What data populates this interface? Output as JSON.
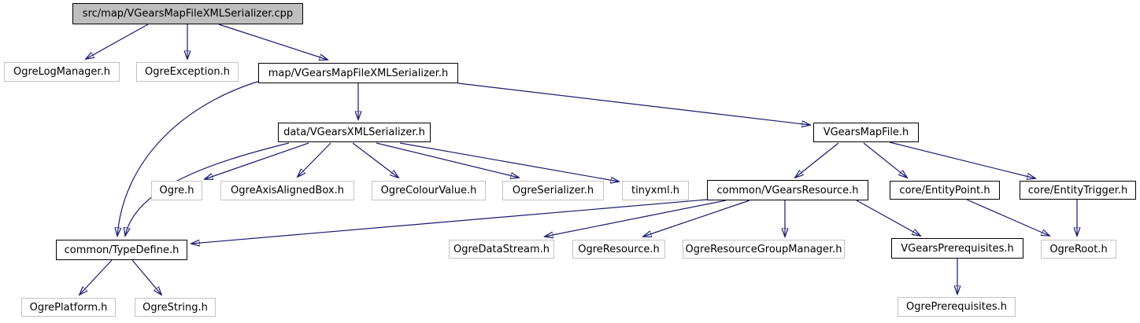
{
  "diagram": {
    "type": "include-dependency-graph",
    "root_file": "src/map/VGearsMapFileXMLSerializer.cpp",
    "colors": {
      "edge": "#191970",
      "node_fill": "#ffffff",
      "main_node_fill": "#bfbfbf",
      "internal_border": "#000000",
      "external_border": "#c3c3c3",
      "background": "#ffffff"
    },
    "nodes": [
      {
        "id": "main-cpp",
        "label": "src/map/VGearsMapFileXMLSerializer.cpp",
        "kind": "main"
      },
      {
        "id": "ogre-log-manager",
        "label": "OgreLogManager.h",
        "kind": "external"
      },
      {
        "id": "ogre-exception",
        "label": "OgreException.h",
        "kind": "external"
      },
      {
        "id": "map-serializer-h",
        "label": "map/VGearsMapFileXMLSerializer.h",
        "kind": "internal"
      },
      {
        "id": "data-xml-serializer",
        "label": "data/VGearsXMLSerializer.h",
        "kind": "internal"
      },
      {
        "id": "vgears-map-file",
        "label": "VGearsMapFile.h",
        "kind": "internal"
      },
      {
        "id": "ogre-h",
        "label": "Ogre.h",
        "kind": "external"
      },
      {
        "id": "ogre-axis-aligned-box",
        "label": "OgreAxisAlignedBox.h",
        "kind": "external"
      },
      {
        "id": "ogre-colour-value",
        "label": "OgreColourValue.h",
        "kind": "external"
      },
      {
        "id": "ogre-serializer",
        "label": "OgreSerializer.h",
        "kind": "external"
      },
      {
        "id": "tinyxml",
        "label": "tinyxml.h",
        "kind": "external"
      },
      {
        "id": "vgears-resource",
        "label": "common/VGearsResource.h",
        "kind": "internal"
      },
      {
        "id": "entity-point",
        "label": "core/EntityPoint.h",
        "kind": "internal"
      },
      {
        "id": "entity-trigger",
        "label": "core/EntityTrigger.h",
        "kind": "internal"
      },
      {
        "id": "type-define",
        "label": "common/TypeDefine.h",
        "kind": "internal"
      },
      {
        "id": "ogre-data-stream",
        "label": "OgreDataStream.h",
        "kind": "external"
      },
      {
        "id": "ogre-resource",
        "label": "OgreResource.h",
        "kind": "external"
      },
      {
        "id": "ogre-resource-group-manager",
        "label": "OgreResourceGroupManager.h",
        "kind": "external"
      },
      {
        "id": "vgears-prerequisites",
        "label": "VGearsPrerequisites.h",
        "kind": "internal"
      },
      {
        "id": "ogre-root",
        "label": "OgreRoot.h",
        "kind": "external"
      },
      {
        "id": "ogre-platform",
        "label": "OgrePlatform.h",
        "kind": "external"
      },
      {
        "id": "ogre-string",
        "label": "OgreString.h",
        "kind": "external"
      },
      {
        "id": "ogre-prerequisites",
        "label": "OgrePrerequisites.h",
        "kind": "external"
      }
    ],
    "edges": [
      {
        "from": "main-cpp",
        "to": "ogre-log-manager"
      },
      {
        "from": "main-cpp",
        "to": "ogre-exception"
      },
      {
        "from": "main-cpp",
        "to": "map-serializer-h"
      },
      {
        "from": "map-serializer-h",
        "to": "data-xml-serializer"
      },
      {
        "from": "map-serializer-h",
        "to": "type-define"
      },
      {
        "from": "map-serializer-h",
        "to": "vgears-map-file"
      },
      {
        "from": "data-xml-serializer",
        "to": "ogre-h"
      },
      {
        "from": "data-xml-serializer",
        "to": "ogre-axis-aligned-box"
      },
      {
        "from": "data-xml-serializer",
        "to": "ogre-colour-value"
      },
      {
        "from": "data-xml-serializer",
        "to": "ogre-serializer"
      },
      {
        "from": "data-xml-serializer",
        "to": "tinyxml"
      },
      {
        "from": "data-xml-serializer",
        "to": "type-define"
      },
      {
        "from": "vgears-map-file",
        "to": "vgears-resource"
      },
      {
        "from": "vgears-map-file",
        "to": "entity-point"
      },
      {
        "from": "vgears-map-file",
        "to": "entity-trigger"
      },
      {
        "from": "vgears-resource",
        "to": "type-define"
      },
      {
        "from": "vgears-resource",
        "to": "ogre-data-stream"
      },
      {
        "from": "vgears-resource",
        "to": "ogre-resource"
      },
      {
        "from": "vgears-resource",
        "to": "ogre-resource-group-manager"
      },
      {
        "from": "vgears-resource",
        "to": "vgears-prerequisites"
      },
      {
        "from": "entity-point",
        "to": "ogre-root"
      },
      {
        "from": "entity-trigger",
        "to": "ogre-root"
      },
      {
        "from": "type-define",
        "to": "ogre-platform"
      },
      {
        "from": "type-define",
        "to": "ogre-string"
      },
      {
        "from": "vgears-prerequisites",
        "to": "ogre-prerequisites"
      }
    ]
  }
}
